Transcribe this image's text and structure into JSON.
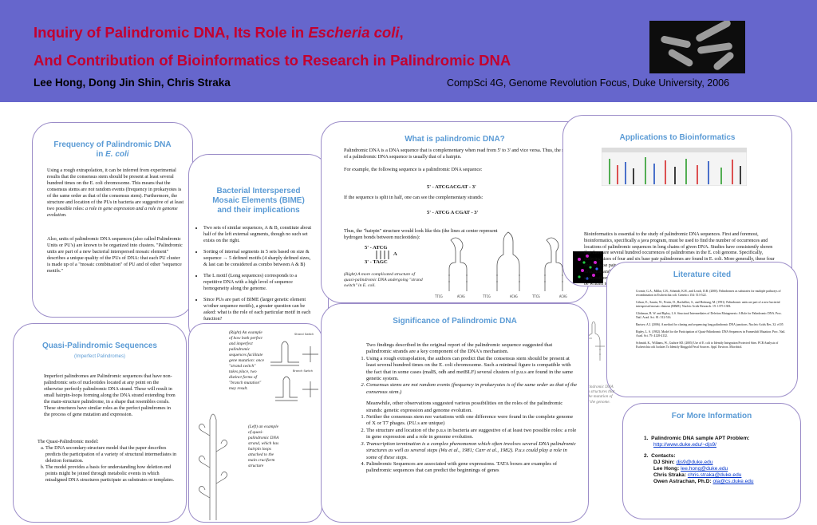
{
  "header": {
    "title_line1_prefix": "Inquiry of Palindromic DNA, Its Role in ",
    "title_line1_italic": "Escheria coli",
    "title_line1_suffix": ",",
    "title_line2": "And Contribution of Bioinformatics to Research in Palindromic DNA",
    "authors": "Lee Hong, Dong Jin Shin, Chris Straka",
    "course": "CompSci 4G, Genome Revolution Focus, Duke University, 2006"
  },
  "frequency": {
    "title_prefix": "Frequency of Palindromic DNA",
    "title_in": "in ",
    "title_italic": "E. coli",
    "p1_a": "Using a rough extrapolation, it can be inferred from experimental results that the consensus stem should be present at least several hundred times on the E. coli chromosome. This means that the consensus stems are ",
    "p1_b": "not",
    "p1_c": " random events (frequency in prokaryotes is of the same order as that of the consensus stem). Furthermore, the structure and location of the PUs in bacteria are suggestive of at least two possible roles: ",
    "p1_d": "a role in gene expression and a role in genome evolution.",
    "p2": "Also, units of palindromic DNA sequences (also called Palindromic Units or PU's) are known to be organized into clusters. \"Palindromic units are part of a new bacterial interspersed mosaic element\" describes a unique quality of the PUs of DNA: that each PU cluster is made up of a \"mosaic combination\" of PU and of other \"sequence motifs.\""
  },
  "bime": {
    "title": "Bacterial Interspersed Mosaic Elements (BIME) and their implications",
    "items": [
      "Two sets of similar sequences, A & B, constitute about half of the left external segments, though no such set exists on the right.",
      "Sorting of internal segments in 5 sets based on size & sequence → 5 defined motifs (4 sharply defined sizes, & last can be considered as combo between A & B)",
      "The L motif (Long sequences) corresponds to a repetitive DNA with a high level of sequence homogeneity along the genome.",
      "Since PUs are part of BIME (larger genetic element w/other sequence motifs), a greater question can be asked: what is the role of each particular motif in each function?"
    ]
  },
  "what": {
    "title": "What is palindromic DNA?",
    "p1": "Palindromic DNA is a DNA sequence that is complementary when read from 5' to 3' and vice versa. Thus, the shape of a palindromic DNA sequence is usually that of a hairpin.",
    "p2": "For example, the following sequence is a palindromic DNA sequence:",
    "seq1": "5' - ATCGACGAT - 3'",
    "p3": "If the sequence is split in half, one can see the complementary strands:",
    "seq2": "5' - ATCG A CGAT - 3'",
    "p4": "Thus, the \"hairpin\" structure would look like this (the lines at center represent hydrogen bonds between nucleotides):",
    "hp_top": "5' - ATCG",
    "hp_mid": "A",
    "hp_bot": "3' - TAGC",
    "caption": "(Right) A more complicated structure of quasi-palindromic DNA undergoing \"strand switch\" in E. coli.",
    "fig_labels": [
      "TTCG",
      "ACAG",
      "TTCG",
      "ACAG",
      "TTCG",
      "ACAG"
    ]
  },
  "apps": {
    "title": "Applications to Bioinformatics",
    "text": "Bioinformatics is essential to the study of palindromic DNA sequences. First and foremost, bioinformatics, specifically a java program, must be used to find the number of occurrences and locations of palindromic sequences in long chains of given DNA. Studies have consistently shown that there are several hundred occurrences of palindromes in the E. coli genome. Specifically, differing sizes of four and six base pair palindromes are found in E. coli. More generally, these four and six base pair sequences are found in all sequenced genomes and are thought to preserve both structural and content integrity during DNA replication. Bioinformatics can be used to analyze the composition and frequency of these clusters. Using this information, an algorithm could theoretically be written to find correlation between the structure and the functions of different palindromic clusters. Relatively little is currently known about the precise correlation between different DNA structures and their function; further analyses of different palindromic sequences could be the first step to solving many of the unknowns in DNA structure."
  },
  "quasi": {
    "title": "Quasi-Palindromic Sequences",
    "subtitle": "(Imperfect Palindromes)",
    "p1": "Imperfect palindromes are Palindromic sequences that have non-palindromic sets of nucleotides located at any point on the otherwise perfectly palindromic DNA strand. These will result in small hairpin-loops forming along the DNA strand extending from the main-structure palindrome, in a shape that resembles corals. These structures have similar roles as the perfect palindromes in the process of gene mutation and expression.",
    "model_title": "The Quasi-Palindromic model:",
    "model_items": [
      "The DNA secondary-structure model that the paper describes predicts the participation of a variety of structural intermediates in deletion formation.",
      "The model provides a basis for understanding how deletion end points might be joined through metabolic events in which misaligned DNA structures participate as substrates or templates."
    ]
  },
  "strand": {
    "caption_right": "(Right) An example of how both perfect and imperfect palindromic sequences facilitate gene mutation: once \"strand switch\" takes place, two distinct forms of \"branch mutation\" may result.",
    "caption_left": "(Left) an example of quasi-palindromic DNA strand, which has hairpin loops attached to the main cruciform structure",
    "fig_labels": [
      "Strand Switch",
      "Branch Switch"
    ]
  },
  "significance": {
    "title": "Significance of Palindromic DNA",
    "intro": "Two findings described in the original report of the palindromic sequence suggested that palindromic strands are a key component of the DNA's mechanism.",
    "items1": [
      "Using a rough extrapolation, the authors can predict that the consensus stem should be present at least several hundred times on the E. coli chromosome. Such a minimal figure is compatible with the fact that in some cases (malB, odh and metBLF) several clusters of p.u.s are found in the same genetic system.",
      "Consensus stems are not random events (frequency in prokaryotes is of the same order as that of the consensus stem.)"
    ],
    "middle": "Meanwhile, other observations suggested various possibilities on the roles of the palindromic strands: genetic expression and genome evolution.",
    "items2": [
      "Neither the consensus stem nor variations with one difference were found in the complete genome of X or T7 phages. (P.U.s are unique)",
      "The structure and location of the p.u.s in bacteria are suggestive of at least two possible roles: a role in gene expression and a role in genome evolution.",
      "Transcription termination is a complex phenomenon which often involves several DNA palindromic structures as well as several steps (Wu et al., 1981; Carr et al., 1982). P.u.s could play a role in some of these steps.",
      "Palindromic Sequences are associated with gene expressions. TATA boxes are examples of palindromic sequences that can predict the beginnings of genes"
    ]
  },
  "literature": {
    "title": "Literature cited",
    "refs": [
      "Cromie, G.A., Millar, C.B., Schmidt, K.H., and Leach, D.R. (2000). Palindromes as substrates for multiple pathways of recombination in Escherichia coli. Genetics 154: 513-522.",
      "Gilson, E., Saurin, W., Perrin, D., Bachellier, S., and Hofnung, M. (1991). Palindromic units are part of a new bacterial interspersed mosaic element (BIME). Nucleic Acids Research. 19: 1375-1383.",
      "Glickman, B. W. and Ripley, L.S. Structural Intermediates of Deletion Mutagenesis: A Role for Palindromic DNA. Proc. Natl. Acad. Sci. 81: 512-516.",
      "Bartsev, A.I. (2006). A method for cloning and sequencing long palindromic DNA junctions. Nucleic Acids Res. 32: e105",
      "Ripley, L. S. (1982). Model for the Participation of Quasi-Palindromic DNA Sequences in Frameshift Mutation. Proc. Natl. Acad. Sci. 79: 4128-4132.",
      "Schmidt, K., Williams, W., Guthrie SD. (2005) Use of E. coli to Identify Integration Protected Sites. PCR Analysis of Escherichia coli Isolates To Identify Ringgold Fecal Sources. Appl. Environ. Microbiol."
    ]
  },
  "side_caption": "Above: Palindromic DNA able to form structures that facilitate the mutation of DNA and the genome.",
  "more": {
    "title": "For More Information",
    "item1_label": "Palindromic DNA sample APT Problem:",
    "item1_link": "http://www.duke.edu/~djs9/",
    "item2_label": "Contacts:",
    "contacts": [
      {
        "name": "DJ Shin:",
        "email": "djs9@duke.edu"
      },
      {
        "name": "Lee Hong:",
        "email": "lee.hong@duke.edu"
      },
      {
        "name": "Chris Straka:",
        "email": "chris.straka@duke.edu"
      },
      {
        "name": "Owen Astrachan, Ph.D:",
        "email": "ola@cs.duke.edu"
      }
    ]
  }
}
